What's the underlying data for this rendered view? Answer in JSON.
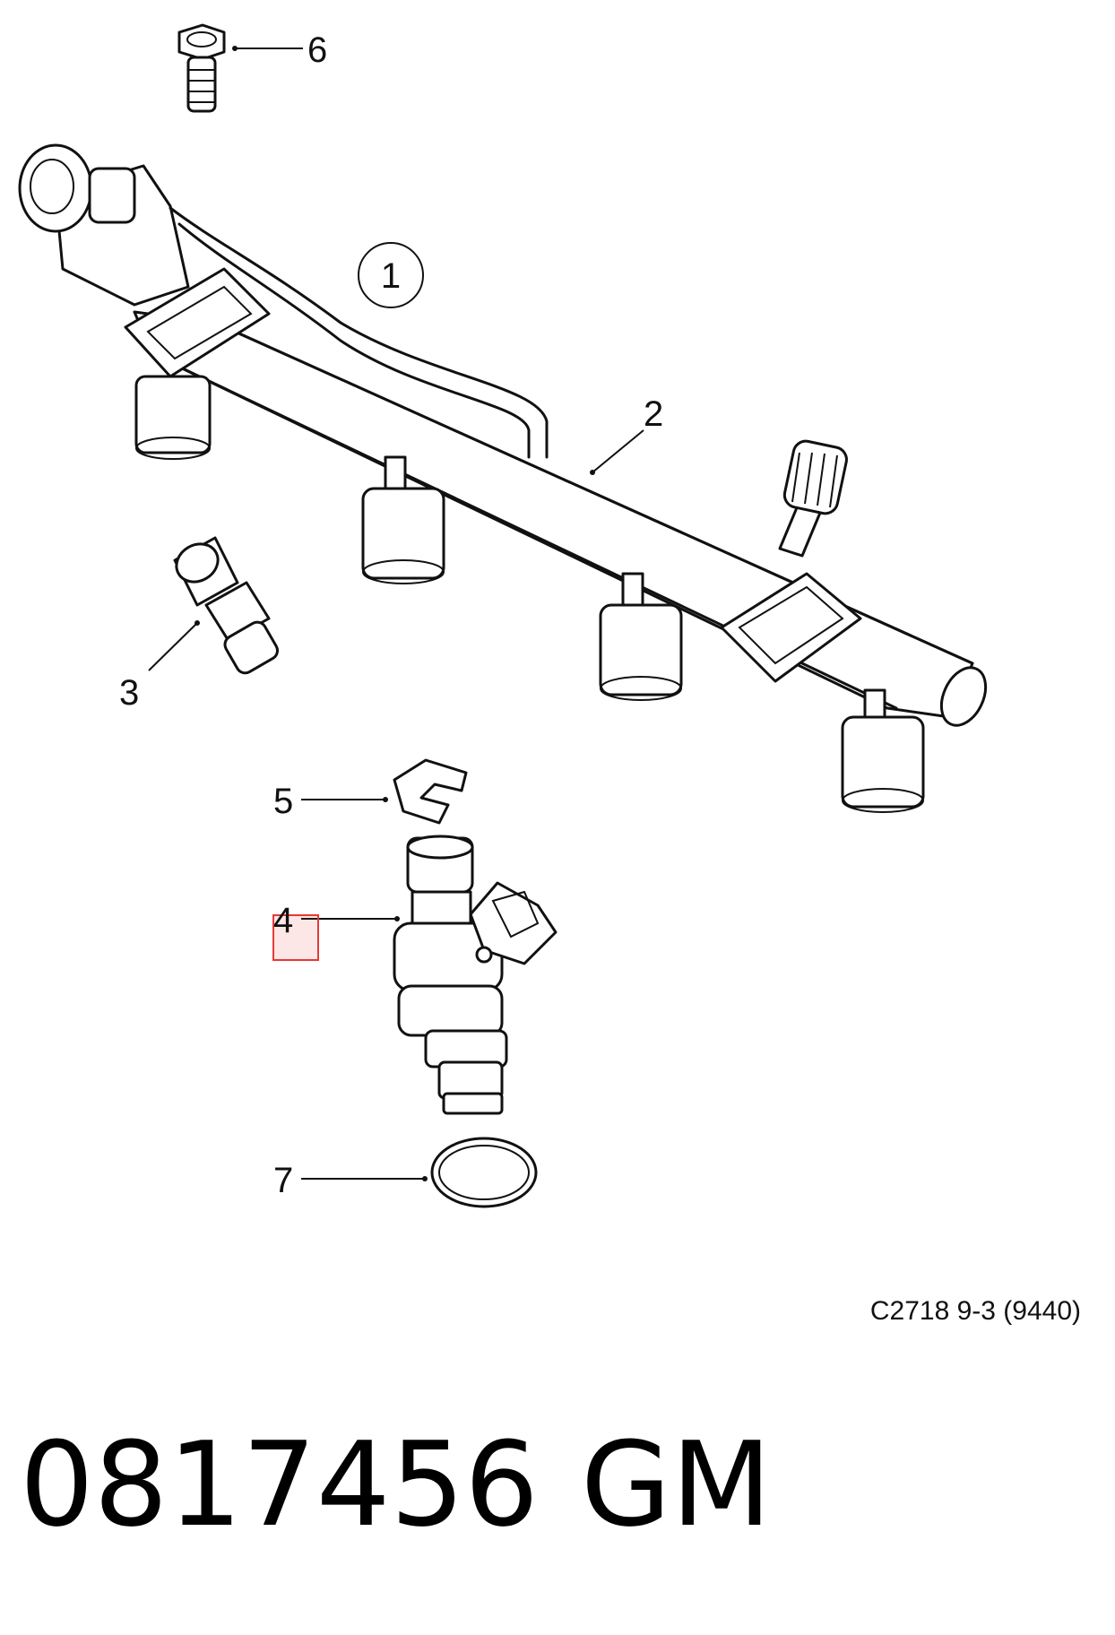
{
  "diagram": {
    "callouts": {
      "c1": "1",
      "c2": "2",
      "c3": "3",
      "c4": "4",
      "c5": "5",
      "c6": "6",
      "c7": "7"
    },
    "reference": "C2718 9-3 (9440)",
    "part_number": "0817456",
    "brand": "GM",
    "highlight_color": "#e53935"
  }
}
